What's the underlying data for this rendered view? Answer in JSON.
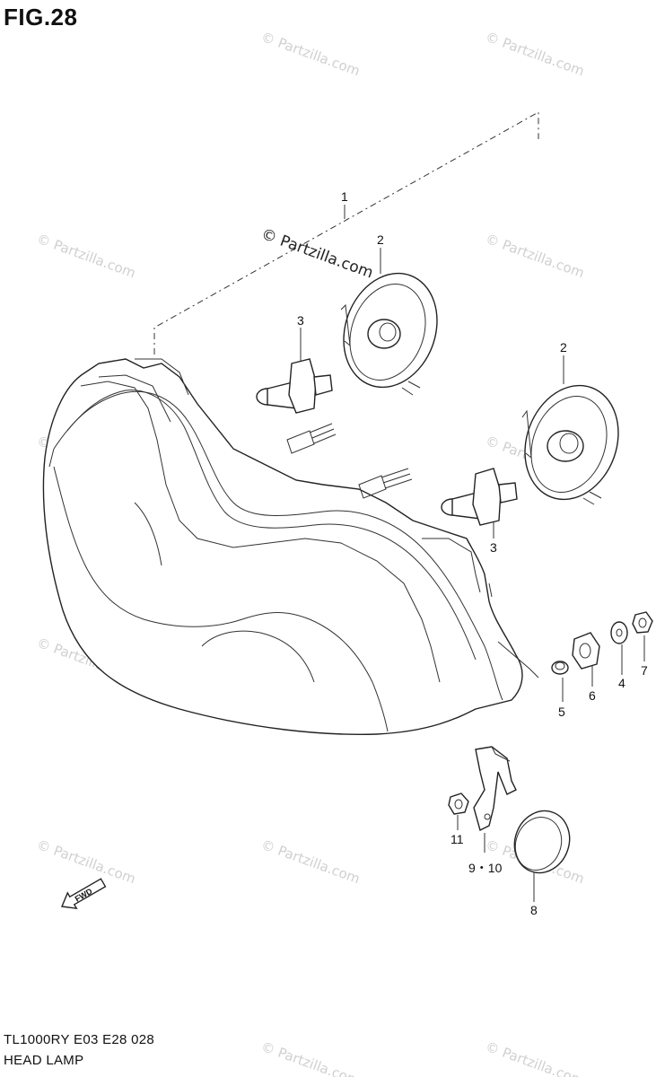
{
  "figure": {
    "title": "FIG.28",
    "model_code": "TL1000RY  E03  E28  028",
    "name": "HEAD LAMP"
  },
  "watermark": {
    "text": "© Partzilla.com",
    "main_text": "© Partzilla.com"
  },
  "callouts": [
    "1",
    "2",
    "2",
    "3",
    "3",
    "4",
    "5",
    "6",
    "7",
    "8",
    "9・10",
    "11"
  ],
  "fwd_label": "FWD"
}
